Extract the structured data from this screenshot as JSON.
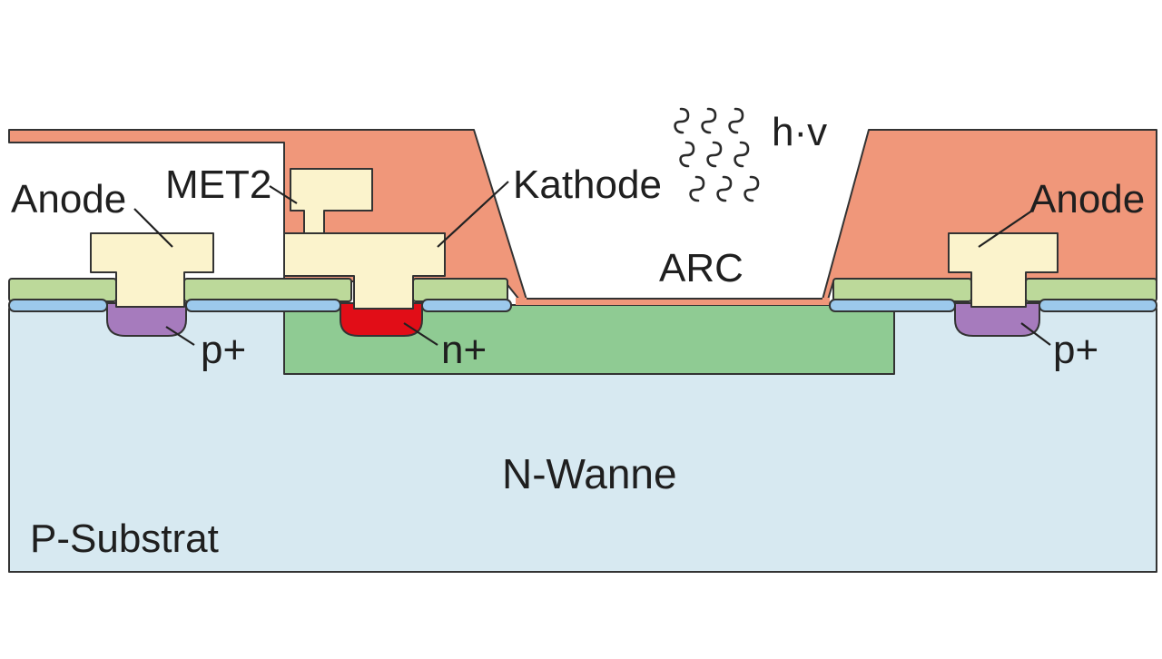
{
  "labels": {
    "anode_left": "Anode",
    "met2": "MET2",
    "kathode": "Kathode",
    "light": "h·v",
    "anode_right": "Anode",
    "arc": "ARC",
    "p_plus_left": "p+",
    "n_plus": "n+",
    "p_plus_right": "p+",
    "n_wanne": "N-Wanne",
    "p_substrat": "P-Substrat"
  },
  "colors": {
    "substrate": "#d7e9f1",
    "n_well": "#8fcb93",
    "passivation": "#f0977a",
    "metal": "#fbf3cc",
    "oxide": "#bcd99a",
    "thin_layer": "#9cc9ec",
    "p_plus": "#a67bbd",
    "n_plus": "#e10d17",
    "outline": "#333333"
  }
}
